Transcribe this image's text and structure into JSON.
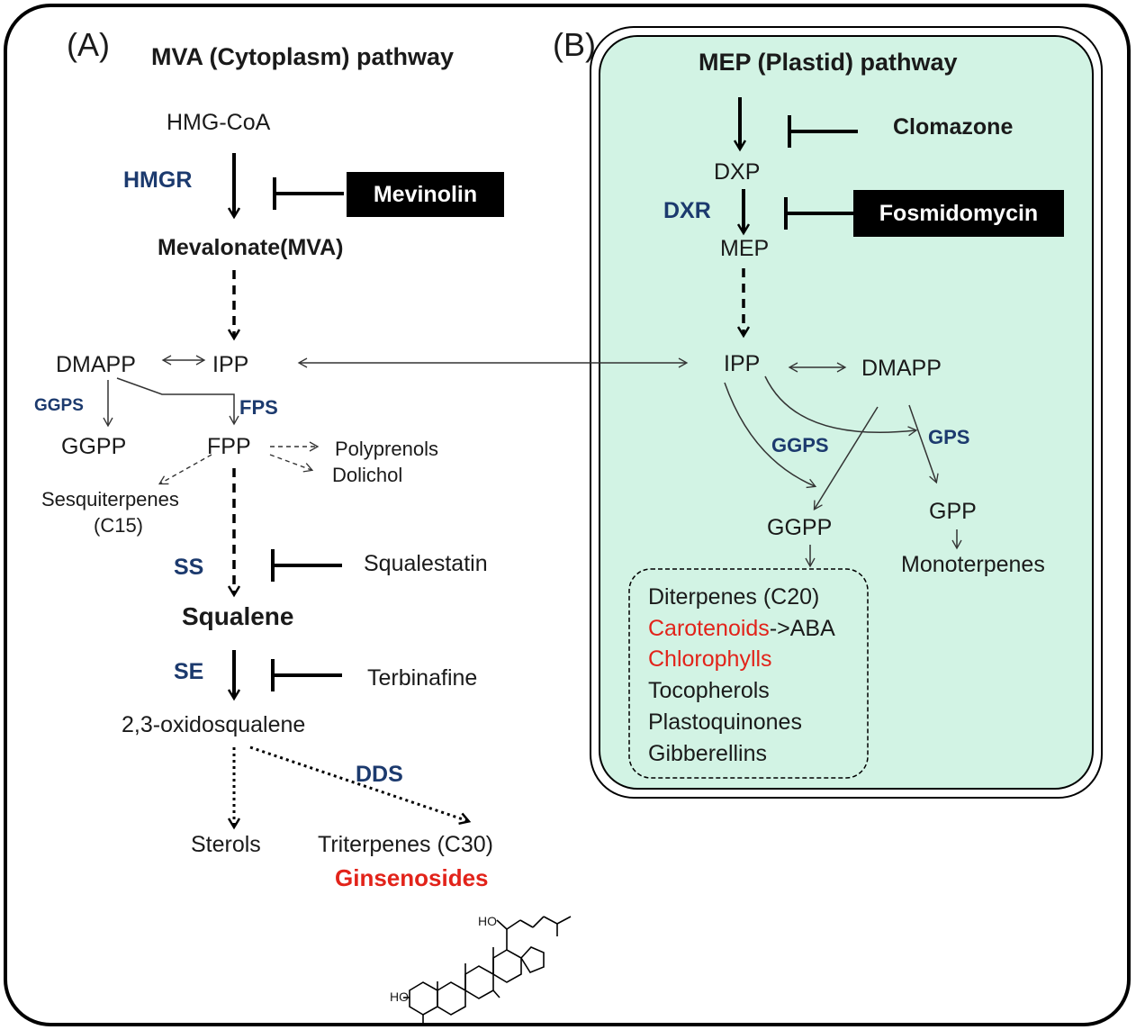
{
  "panel_a": {
    "label": "(A)",
    "title": "MVA (Cytoplasm) pathway",
    "hmg_coa": "HMG-CoA",
    "hmgr": "HMGR",
    "mevinolin": "Mevinolin",
    "mevalonate": "Mevalonate(MVA)",
    "dmapp": "DMAPP",
    "ipp": "IPP",
    "ggps": "GGPS",
    "fps": "FPS",
    "ggpp": "GGPP",
    "fpp": "FPP",
    "polyprenols": "Polyprenols",
    "dolichol": "Dolichol",
    "sesquiterpenes": "Sesquiterpenes",
    "c15": "(C15)",
    "ss": "SS",
    "squalestatin": "Squalestatin",
    "squalene": "Squalene",
    "se": "SE",
    "terbinafine": "Terbinafine",
    "oxidosqualene": "2,3-oxidosqualene",
    "dds": "DDS",
    "sterols": "Sterols",
    "triterpenes": "Triterpenes (C30)",
    "ginsenosides": "Ginsenosides",
    "ho_top": "HO",
    "ho_bottom": "HO"
  },
  "panel_b": {
    "label": "(B)",
    "title": "MEP (Plastid) pathway",
    "clomazone": "Clomazone",
    "dxp": "DXP",
    "dxr": "DXR",
    "fosmidomycin": "Fosmidomycin",
    "mep": "MEP",
    "ipp": "IPP",
    "dmapp": "DMAPP",
    "ggps": "GGPS",
    "gps": "GPS",
    "ggpp": "GGPP",
    "gpp": "GPP",
    "monoterpenes": "Monoterpenes",
    "products": [
      {
        "text": "Diterpenes (C20)",
        "highlight": ""
      },
      {
        "text": "Carotenoids",
        "highlight": "red",
        "suffix": "->ABA"
      },
      {
        "text": "Chlorophylls",
        "highlight": "red"
      },
      {
        "text": "Tocopherols",
        "highlight": ""
      },
      {
        "text": "Plastoquinones",
        "highlight": ""
      },
      {
        "text": "Gibberellins",
        "highlight": ""
      }
    ]
  },
  "colors": {
    "enzyme_blue": "#1c3a6e",
    "highlight_red": "#e2231a",
    "plastid_fill": "#d2f3e4"
  }
}
